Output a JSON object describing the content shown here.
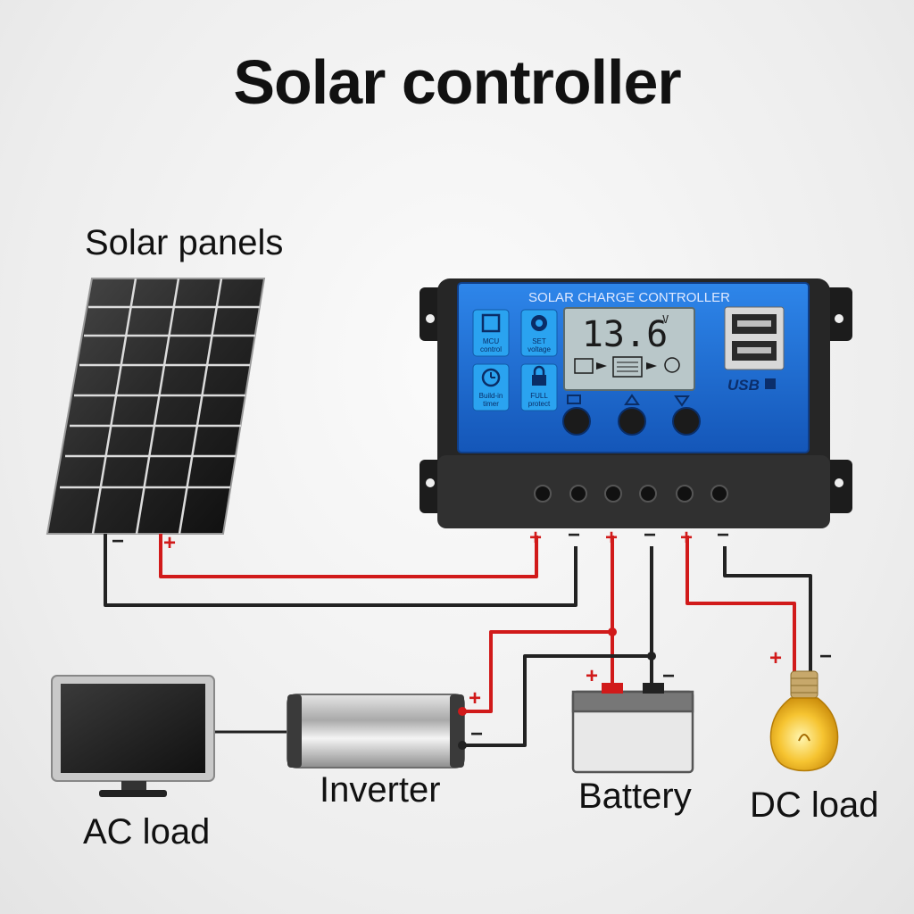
{
  "title": "Solar controller",
  "labels": {
    "solar_panels": "Solar panels",
    "ac_load": "AC load",
    "inverter": "Inverter",
    "battery": "Battery",
    "dc_load": "DC load"
  },
  "controller": {
    "header": "SOLAR CHARGE CONTROLLER",
    "voltage": "13.6",
    "voltage_unit": "V",
    "usb_label": "USB",
    "icons": [
      {
        "name": "mcu-control",
        "line1": "MCU",
        "line2": "control"
      },
      {
        "name": "set-voltage",
        "line1": "SET",
        "line2": "voltage"
      },
      {
        "name": "build-in-timer",
        "line1": "Build-in",
        "line2": "timer"
      },
      {
        "name": "full-protect",
        "line1": "FULL",
        "line2": "protect"
      }
    ]
  },
  "polarity": {
    "plus": "+",
    "minus": "−"
  },
  "colors": {
    "positive_wire": "#d11a1a",
    "negative_wire": "#222222",
    "controller_blue": "#1f6fd6",
    "lcd": "#b9c7c9"
  }
}
